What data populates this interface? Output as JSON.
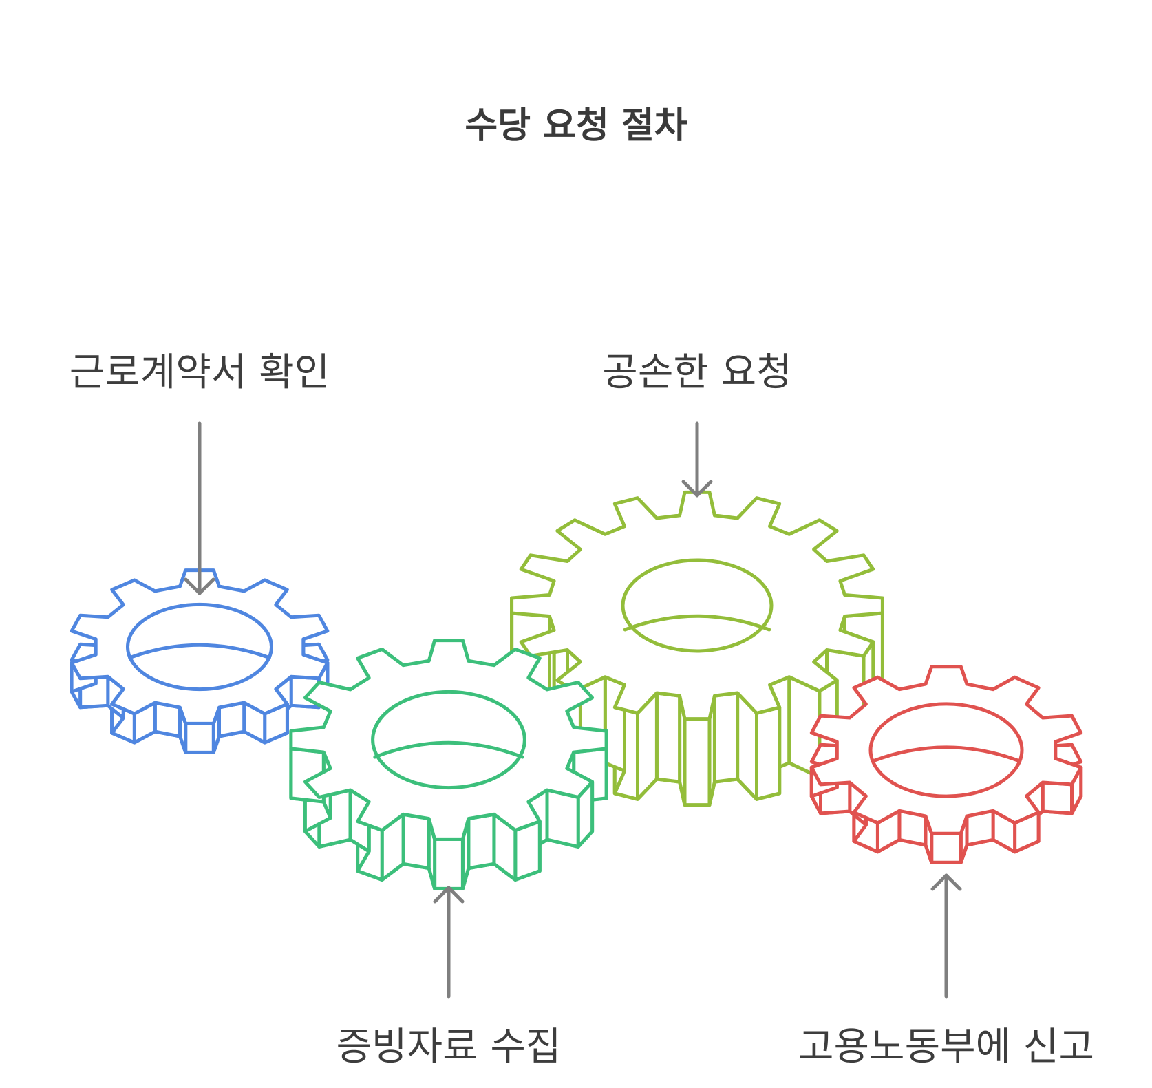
{
  "title": "수당 요청 절차",
  "steps": [
    {
      "label": "근로계약서 확인",
      "color": "#4f86e0",
      "arrow": "down"
    },
    {
      "label": "증빙자료 수집",
      "color": "#3cbf7b",
      "arrow": "up"
    },
    {
      "label": "공손한 요청",
      "color": "#93bd3a",
      "arrow": "down"
    },
    {
      "label": "고용노동부에 신고",
      "color": "#e0524f",
      "arrow": "up"
    }
  ],
  "icons": [
    "gear-icon",
    "gear-icon",
    "gear-icon",
    "gear-icon"
  ]
}
